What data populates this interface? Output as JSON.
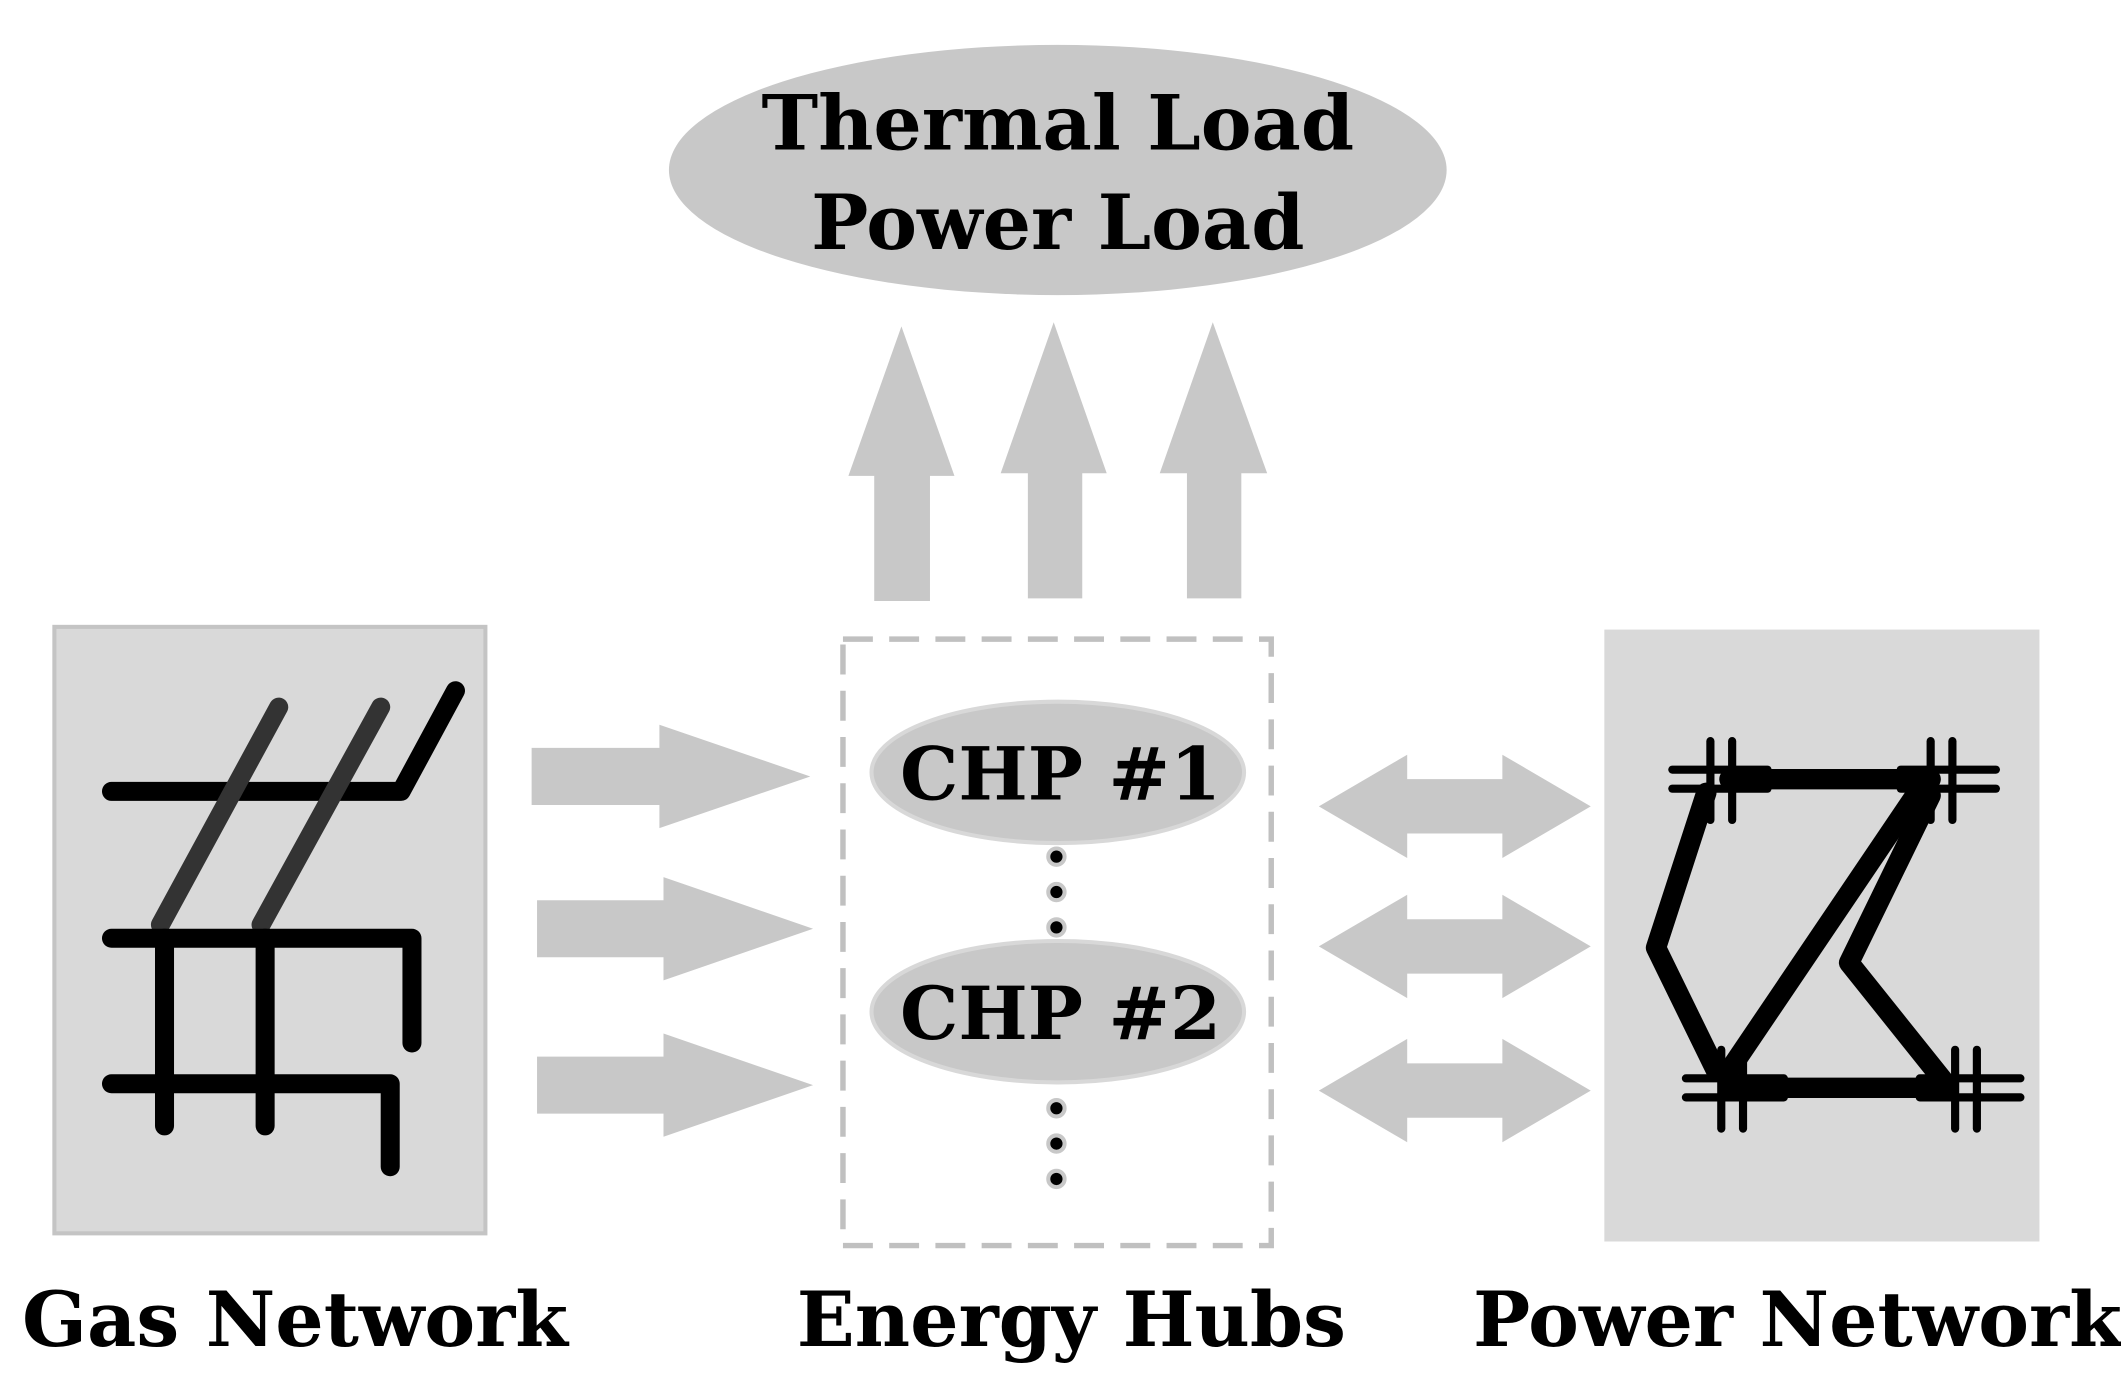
{
  "loads": {
    "line1": "Thermal Load",
    "line2": "Power Load"
  },
  "hubs": {
    "chp1": "CHP #1",
    "chp2": "CHP #2",
    "label": "Energy Hubs"
  },
  "gas_network": {
    "label": "Gas Network"
  },
  "power_network": {
    "label": "Power Network"
  },
  "colors": {
    "panel_fill": "#d9d9d9",
    "arrow_fill": "#c8c8c8",
    "ellipse_fill": "#c8c8c8",
    "hub_border": "#c0c0c0",
    "line": "#000000"
  }
}
